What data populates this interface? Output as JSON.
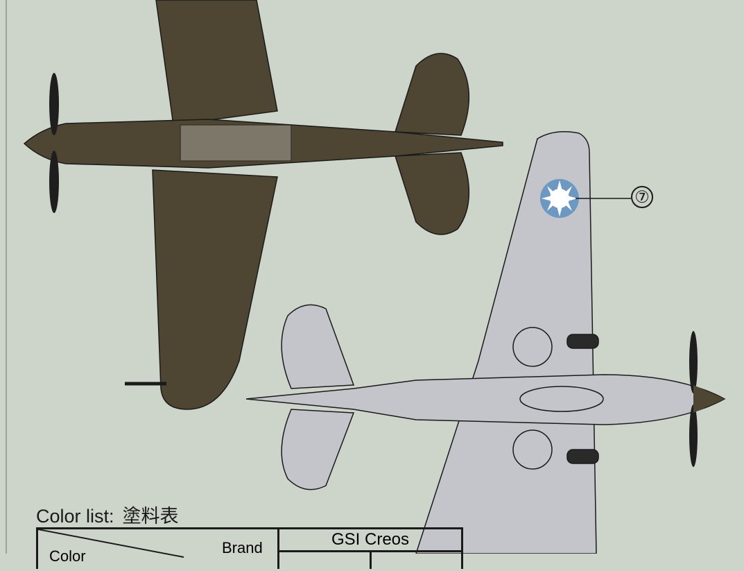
{
  "color_list": {
    "title": "Color list:",
    "title_cn": "塗料表",
    "header_color": "Color",
    "header_brand": "Brand",
    "brand_name": "GSI  Creos"
  },
  "callouts": [
    {
      "label": "⑦"
    }
  ],
  "colors": {
    "background": "#cdd5cb",
    "upper_camo": "#4e4533",
    "lower_grey": "#c3c5cb",
    "roundel_blue": "#6d98c2"
  }
}
